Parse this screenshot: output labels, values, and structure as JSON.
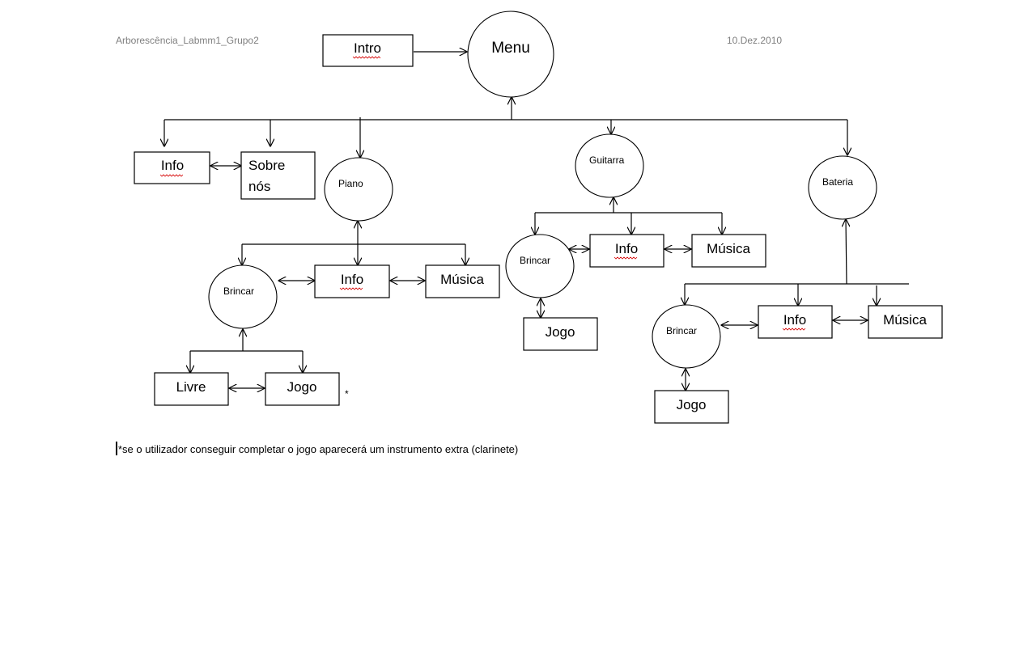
{
  "header": {
    "title": "Arborescência_Labmm1_Grupo2",
    "date": "10.Dez.2010"
  },
  "nodes": {
    "intro": "Intro",
    "menu": "Menu",
    "info_main": "Info",
    "sobre_nos_line1": "Sobre",
    "sobre_nos_line2": "nós",
    "piano": "Piano",
    "guitarra": "Guitarra",
    "bateria": "Bateria",
    "piano_brincar": "Brincar",
    "piano_info": "Info",
    "piano_musica": "Música",
    "piano_livre": "Livre",
    "piano_jogo": "Jogo",
    "piano_jogo_asterisk": "*",
    "guitarra_brincar": "Brincar",
    "guitarra_info": "Info",
    "guitarra_musica": "Música",
    "guitarra_jogo": "Jogo",
    "bateria_brincar": "Brincar",
    "bateria_info": "Info",
    "bateria_musica": "Música",
    "bateria_jogo": "Jogo"
  },
  "footnote": {
    "text": "*se o utilizador conseguir completar o jogo aparecerá um instrumento extra (clarinete)"
  }
}
